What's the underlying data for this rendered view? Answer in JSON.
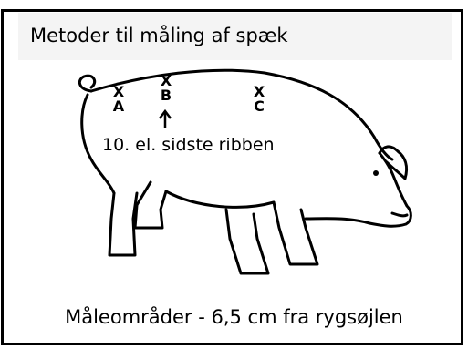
{
  "title": "Metoder til måling af spæk",
  "points": [
    {
      "mark": "X",
      "label": "A"
    },
    {
      "mark": "X",
      "label": "B"
    },
    {
      "mark": "X",
      "label": "C"
    }
  ],
  "rib_label": "10. el. sidste ribben",
  "caption": "Måleområder - 6,5 cm fra rygsøjlen"
}
